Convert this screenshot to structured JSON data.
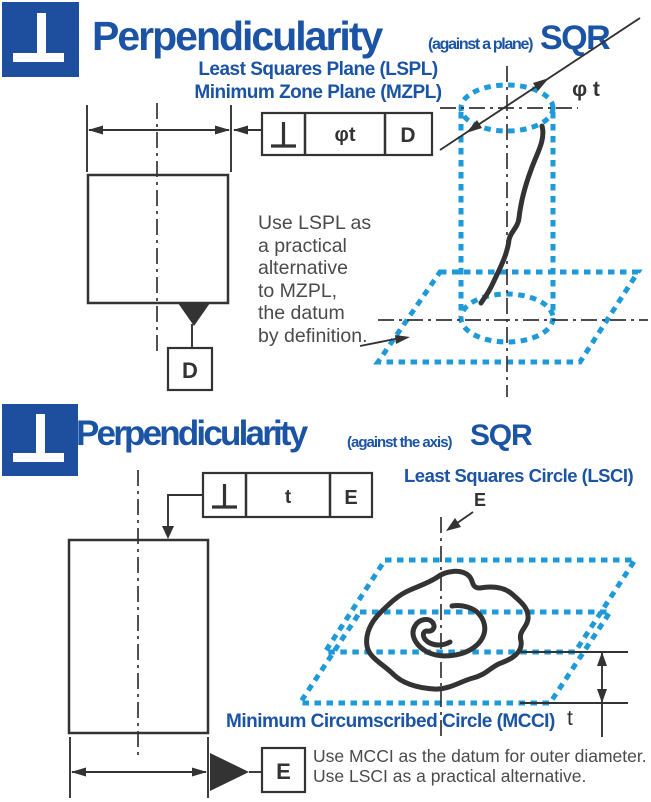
{
  "colors": {
    "brand_blue": "#1b53a5",
    "icon_blue": "#1e4f9e",
    "dash_blue": "#1e9ad8",
    "line": "#333333",
    "body_text": "#4a4a4a"
  },
  "p1": {
    "icon": "perpendicularity-symbol",
    "title": "Perpendicularity",
    "subtitle": "(against a plane)",
    "method": "SQR",
    "label_top": "Least Squares Plane (LSPL)",
    "label_bottom": "Minimum Zone Plane (MZPL)",
    "fcf": {
      "symbol": "⊥",
      "tolerance": "φt",
      "datum": "D"
    },
    "datum_box": "D",
    "diameter_label": "φ t",
    "note_lines": [
      "Use LSPL as",
      "a practical",
      "alternative",
      "to MZPL,",
      "the datum",
      "by definition."
    ]
  },
  "p2": {
    "icon": "perpendicularity-symbol",
    "title": "Perpendicularity",
    "subtitle": "(against the axis)",
    "method": "SQR",
    "label_top": "Least Squares Circle (LSCI)",
    "label_bottom": "Minimum Circumscribed Circle (MCCI)",
    "fcf": {
      "symbol": "⊥",
      "tolerance": "t",
      "datum": "E"
    },
    "datum_box": "E",
    "axis_label": "E",
    "tolerance_label": "t",
    "note_lines": [
      "Use MCCI as the datum for outer diameter.",
      "Use LSCI as a practical alternative."
    ]
  }
}
